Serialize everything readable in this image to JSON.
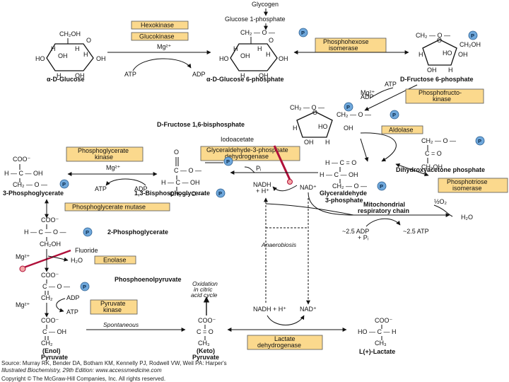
{
  "labels": {
    "glycogen": "Glycogen",
    "glucose1p": "Glucose 1-phosphate",
    "aDglucose": "α-D-Glucose",
    "aDglucose6p": "α-D-Glucose 6-phosphate",
    "dfructose6p": "D-Fructose 6-phosphate",
    "dfructose16bp": "D-Fructose 1,6-bisphosphate",
    "iodoacetate": "Iodoacetate",
    "pi": "Pᵢ",
    "nadh_h": "NADH",
    "plus_h": "+ H⁺",
    "nad": "NAD⁺",
    "dhap": "Dihydroxyacetone phosphate",
    "g3p_line1": "Glyceraldehyde",
    "g3p_line2": "3-phosphate",
    "pg3": "3-Phosphoglycerate",
    "bpg13": "1,3-Bisphosphoglycerate",
    "pg2": "2-Phosphoglycerate",
    "fluoride": "Fluoride",
    "h2o": "H₂O",
    "pep": "Phosphoenolpyruvate",
    "enol_line1": "(Enol)",
    "enol_line2": "Pyruvate",
    "keto_line1": "(Keto)",
    "keto_line2": "Pyruvate",
    "lactate": "L(+)-Lactate",
    "spontaneous": "Spontaneous",
    "oxidation_line1": "Oxidation",
    "oxidation_line2": "in citric",
    "oxidation_line3": "acid cycle",
    "anaerobiosis": "Anaerobiosis",
    "mito_line1": "Mitochondrial",
    "mito_line2": "respiratory chain",
    "half_o2": "½O₂",
    "h2o_mito": "H₂O",
    "adp_pi": "~2.5 ADP",
    "plus_pi": "+ Pᵢ",
    "atp25": "~2.5 ATP",
    "nadh_bottom": "NADH + H⁺",
    "nad_bottom": "NAD⁺",
    "mg": "Mg²⁺",
    "atp": "ATP",
    "adp": "ADP",
    "p": "P"
  },
  "enzymes": {
    "hexokinase": "Hexokinase",
    "glucokinase": "Glucokinase",
    "phi_line1": "Phosphohexose",
    "phi_line2": "isomerase",
    "pfk_line1": "Phosphofructo-",
    "pfk_line2": "kinase",
    "aldolase": "Aldolase",
    "gapdh_line1": "Glyceraldehyde-3-phosphate",
    "gapdh_line2": "dehydrogenase",
    "pgk_line1": "Phosphoglycerate",
    "pgk_line2": "kinase",
    "pgm": "Phosphoglycerate mutase",
    "enolase": "Enolase",
    "tpi_line1": "Phosphotriose",
    "tpi_line2": "isomerase",
    "pk_line1": "Pyruvate",
    "pk_line2": "kinase",
    "ldh_line1": "Lactate",
    "ldh_line2": "dehydrogenase"
  },
  "source": {
    "line1": "Source: Murray RK, Bender DA, Botham KM, Kennelly PJ, Rodwell VW, Weil PA: Harper's",
    "line2": "Illustrated Biochemistry, 29th Edition: www.accessmedicine.com",
    "line3": "Copyright © The McGraw-Hill Companies, Inc. All rights reserved."
  },
  "colors": {
    "enzyme_box": "#fbd98d",
    "phosphate": "#6fa8dc",
    "inhibitor": "#b0103a"
  }
}
